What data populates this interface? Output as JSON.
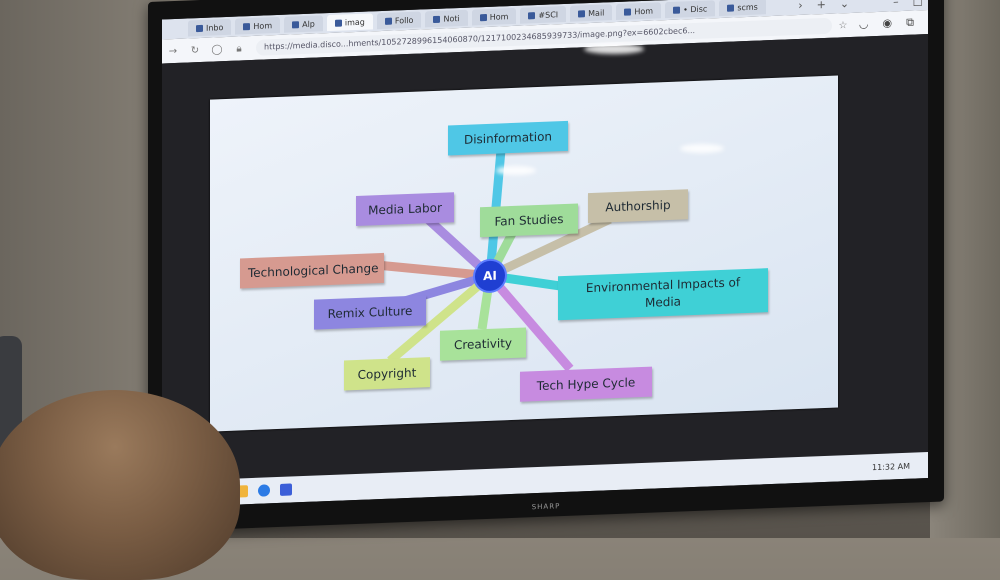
{
  "browser": {
    "tabs": [
      {
        "label": "Inbo",
        "active": false
      },
      {
        "label": "Hom",
        "active": false
      },
      {
        "label": "Alp",
        "active": false
      },
      {
        "label": "imag",
        "active": true
      },
      {
        "label": "Follo",
        "active": false
      },
      {
        "label": "Noti",
        "active": false
      },
      {
        "label": "Hom",
        "active": false
      },
      {
        "label": "#SCI",
        "active": false
      },
      {
        "label": "Mail",
        "active": false
      },
      {
        "label": "Hom",
        "active": false
      },
      {
        "label": "• Disc",
        "active": false
      },
      {
        "label": "scms",
        "active": false
      }
    ],
    "url": "https://media.disco...hments/1052728996154060870/1217100234685939733/image.png?ex=6602cbec6..."
  },
  "mindmap": {
    "center": "AI",
    "nodes": [
      {
        "label": "Disinformation",
        "color": "#4fc7e6"
      },
      {
        "label": "Media Labor",
        "color": "#a98ce0"
      },
      {
        "label": "Fan Studies",
        "color": "#9fdc9a"
      },
      {
        "label": "Authorship",
        "color": "#c6bfa8"
      },
      {
        "label": "Technological Change",
        "color": "#d69a90"
      },
      {
        "label": "Environmental Impacts of Media",
        "color": "#3fd0d6"
      },
      {
        "label": "Remix Culture",
        "color": "#8d86e0"
      },
      {
        "label": "Creativity",
        "color": "#a8e29a"
      },
      {
        "label": "Copyright",
        "color": "#cfe38a"
      },
      {
        "label": "Tech Hype Cycle",
        "color": "#c78be0"
      }
    ]
  },
  "taskbar": {
    "clock": "11:32 AM"
  },
  "tv": {
    "brand": "SHARP"
  }
}
